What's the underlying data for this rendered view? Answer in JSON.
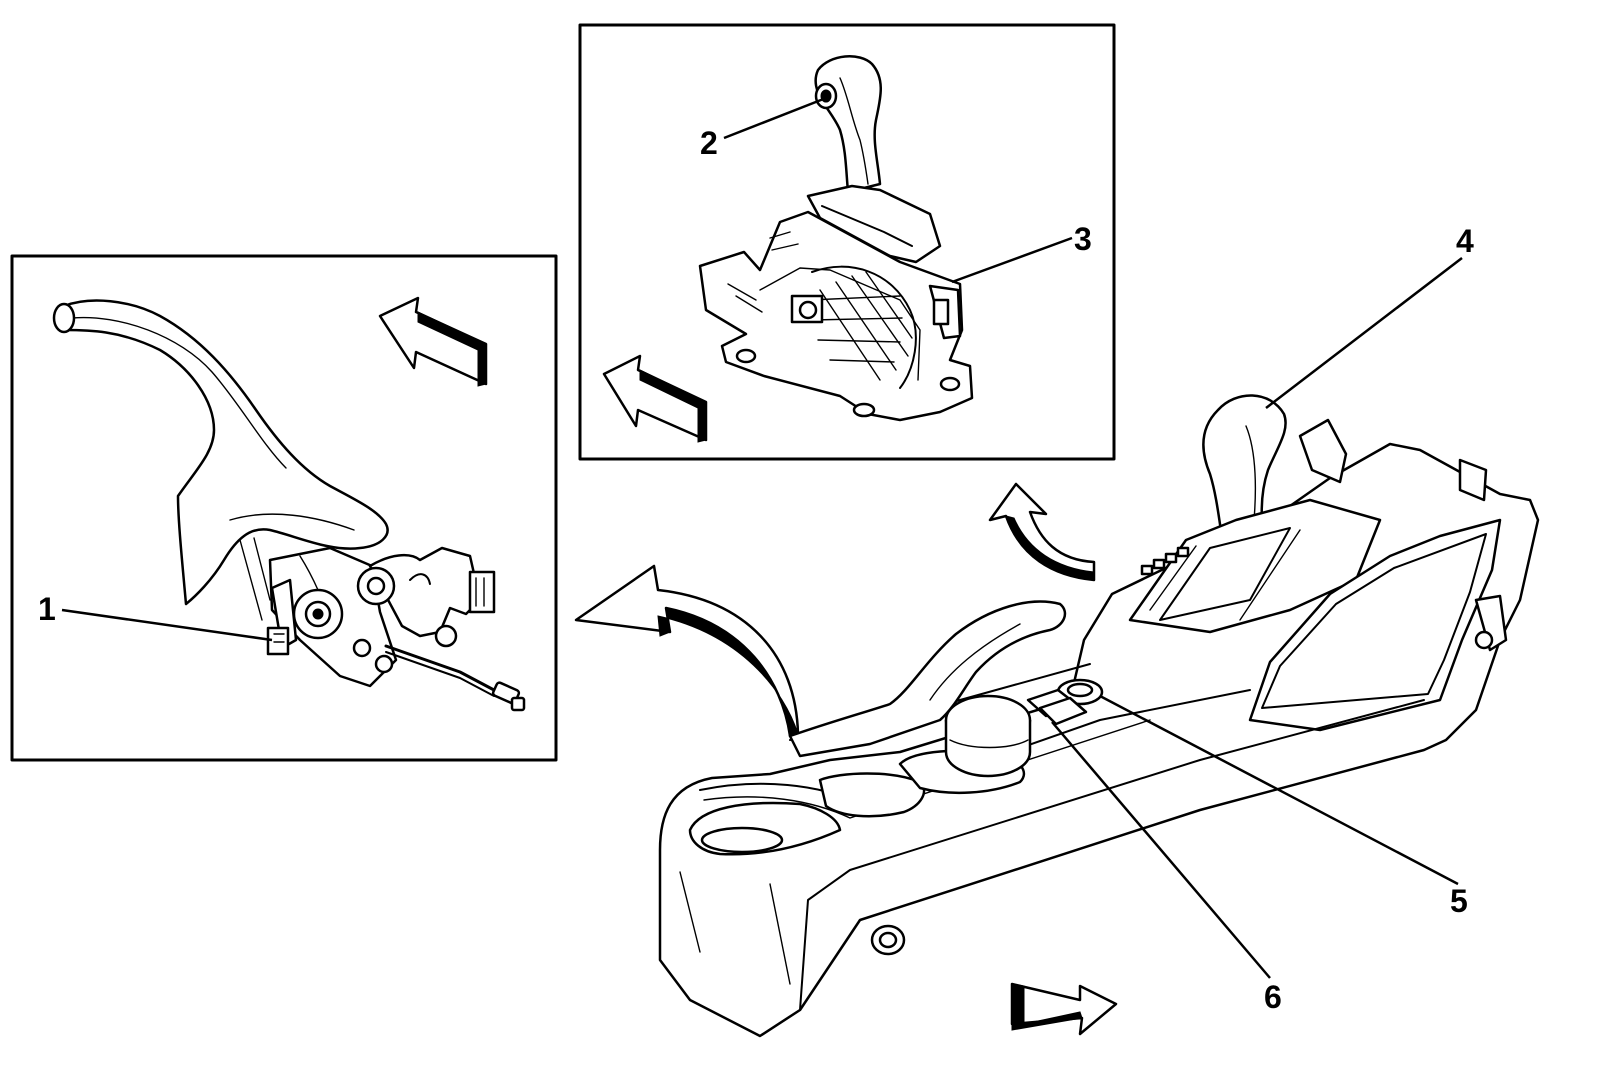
{
  "callouts": [
    {
      "id": "1",
      "label": "1"
    },
    {
      "id": "2",
      "label": "2"
    },
    {
      "id": "3",
      "label": "3"
    },
    {
      "id": "4",
      "label": "4"
    },
    {
      "id": "5",
      "label": "5"
    },
    {
      "id": "6",
      "label": "6"
    }
  ],
  "parts": {
    "inset_left": "park-brake-lever-assembly",
    "inset_top": "shifter-assembly",
    "main": "floor-console-assembly"
  },
  "colors": {
    "line": "#000000",
    "background": "#ffffff"
  }
}
